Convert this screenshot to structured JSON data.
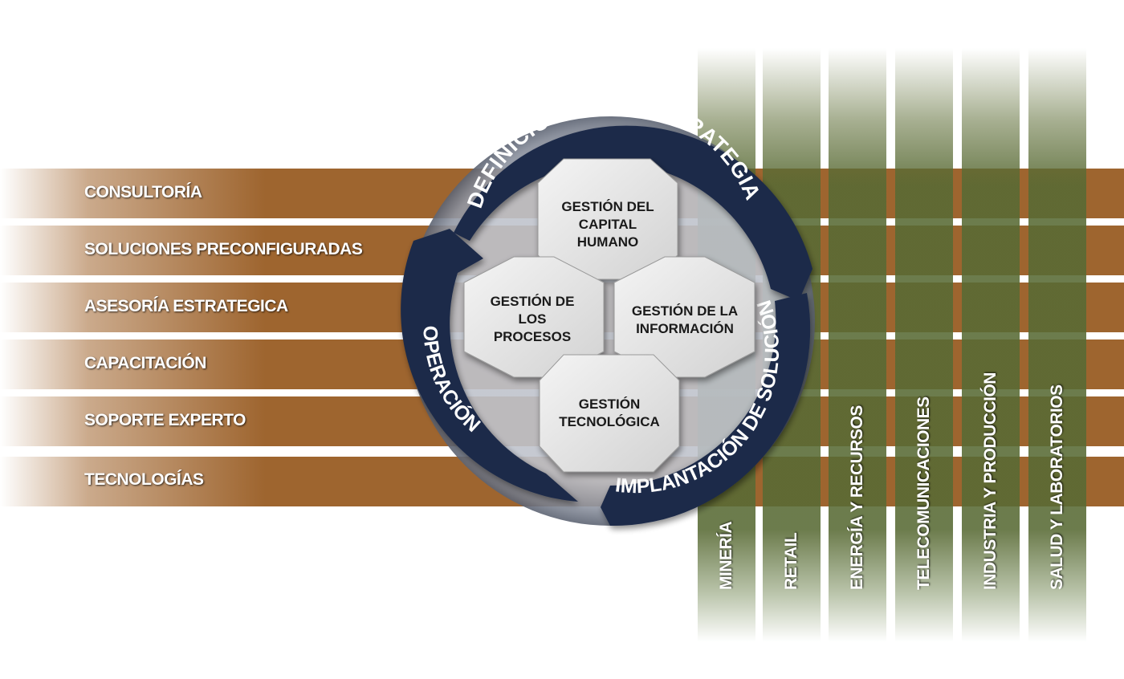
{
  "services": [
    {
      "label": "CONSULTORÍA"
    },
    {
      "label": "SOLUCIONES PRECONFIGURADAS"
    },
    {
      "label": "ASESORÍA ESTRATEGICA"
    },
    {
      "label": "CAPACITACIÓN"
    },
    {
      "label": "SOPORTE EXPERTO"
    },
    {
      "label": "TECNOLOGÍAS"
    }
  ],
  "industries": [
    {
      "label": "MINERÍA"
    },
    {
      "label": "RETAIL"
    },
    {
      "label": "ENERGÍA Y RECURSOS"
    },
    {
      "label": "TELECOMUNICACIONES"
    },
    {
      "label": "INDUSTRIA  Y  PRODUCCIÓN"
    },
    {
      "label": "SALUD Y LABORATORIOS"
    }
  ],
  "cycle": {
    "top": "DEFINICIÓN DE LA ESTRATEGIA",
    "right": "IMPLANTACIÓN DE SOLUCIÓN",
    "left": "OPERACIÓN"
  },
  "hexagons": {
    "top": "GESTIÓN DEL\nCAPITAL\nHUMANO",
    "left": "GESTIÓN DE\nLOS\nPROCESOS",
    "right": "GESTIÓN DE LA\nINFORMACIÓN",
    "bottom": "GESTIÓN\nTECNOLÓGICA"
  },
  "colors": {
    "band": "#9e652f",
    "column": "#5a6a34",
    "ring": "#1c2a4a",
    "hexagon": "#e6e6e6"
  }
}
